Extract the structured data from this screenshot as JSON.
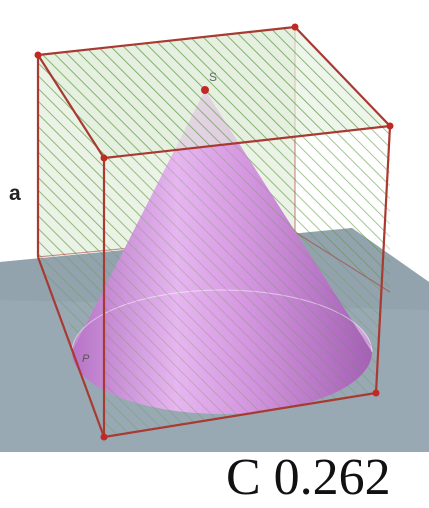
{
  "labels": {
    "edge": "a",
    "apex": "S",
    "base_point": "P"
  },
  "footer": {
    "text": "C 0.262"
  },
  "colors": {
    "cube_edge": "#a83a32",
    "vertex": "#c02a22",
    "cone_fill": "#d89be3",
    "hatch": "#5e9a43",
    "ground_plane": "#98a9b3",
    "apex_label": "#666666"
  },
  "icons": {
    "vertex_marker": "dot-icon"
  }
}
